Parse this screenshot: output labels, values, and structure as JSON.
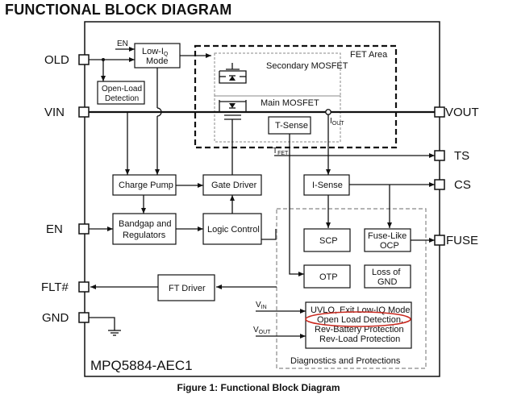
{
  "title": "FUNCTIONAL BLOCK DIAGRAM",
  "caption": "Figure 1: Functional Block Diagram",
  "chip_name": "MPQ5884-AEC1",
  "pins_left": {
    "old": "OLD",
    "vin": "VIN",
    "en": "EN",
    "flt": "FLT#",
    "gnd": "GND"
  },
  "pins_right": {
    "vout": "VOUT",
    "ts": "TS",
    "cs": "CS",
    "fuse": "FUSE"
  },
  "blocks": {
    "low_iq_l1": "Low-I",
    "low_iq_sub": "Q",
    "low_iq_l2": "Mode",
    "open_load_l1": "Open-Load",
    "open_load_l2": "Detection",
    "fet_area": "FET Area",
    "secondary_mosfet": "Secondary MOSFET",
    "main_mosfet": "Main MOSFET",
    "t_sense": "T-Sense",
    "charge_pump": "Charge Pump",
    "gate_driver": "Gate Driver",
    "i_sense": "I-Sense",
    "bandgap_l1": "Bandgap and",
    "bandgap_l2": "Regulators",
    "logic_control": "Logic Control",
    "scp": "SCP",
    "fuse_ocp_l1": "Fuse-Like",
    "fuse_ocp_l2": "OCP",
    "otp": "OTP",
    "loss_gnd_l1": "Loss of",
    "loss_gnd_l2": "GND",
    "ft_driver": "FT Driver",
    "diag_l1": "UVLO, Exit Low-IQ Mode,",
    "diag_l2": "Open Load Detection,",
    "diag_l3": "Rev-Battery Protection",
    "diag_l4": "Rev-Load Protection",
    "diagnostics": "Diagnostics and Protections"
  },
  "signals": {
    "en_in": "EN",
    "iout": "I",
    "iout_sub": "OUT",
    "tfet": "T",
    "tfet_sub": "FET",
    "vin_sig": "V",
    "vin_sub": "IN",
    "vout_sig": "V",
    "vout_sub": "OUT"
  },
  "colors": {
    "highlight": "#c8281e",
    "dashed_box": "#888888"
  }
}
